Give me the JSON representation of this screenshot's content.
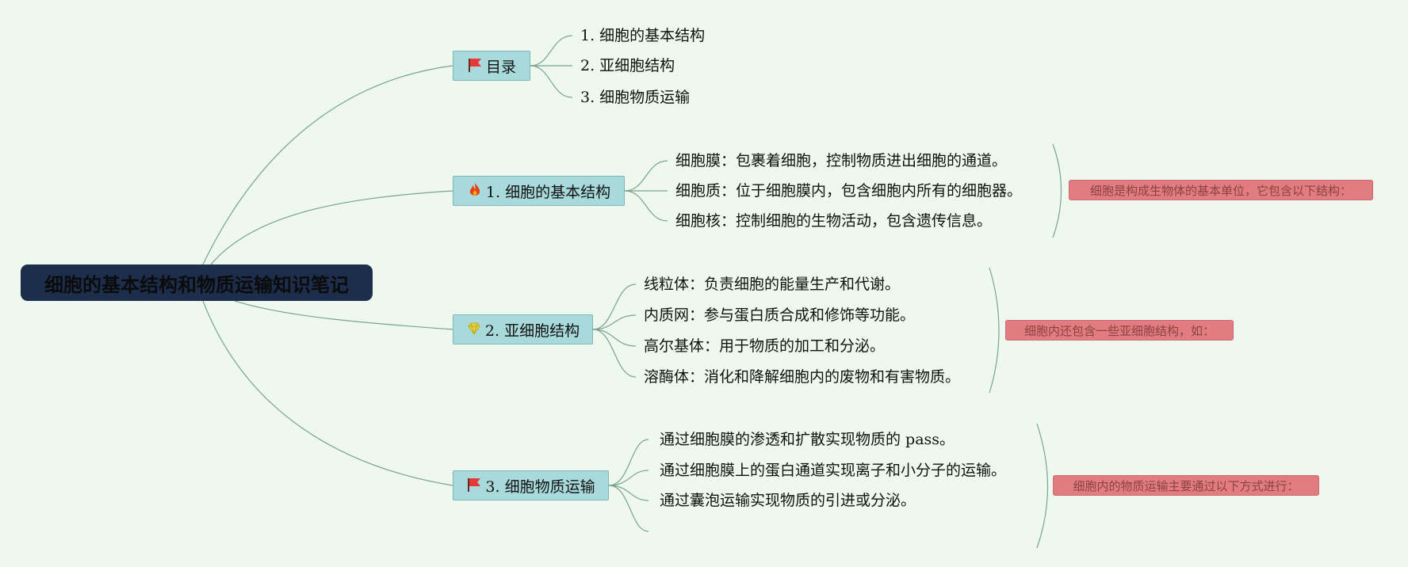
{
  "root": {
    "title": "细胞的基本结构和物质运输知识笔记"
  },
  "branches": {
    "toc": {
      "label": "目录",
      "icon": "red-flag-icon"
    },
    "basic": {
      "label": "1. 细胞的基本结构",
      "icon": "fire-icon"
    },
    "sub": {
      "label": "2. 亚细胞结构",
      "icon": "gem-icon"
    },
    "transport": {
      "label": "3. 细胞物质运输",
      "icon": "red-flag-icon"
    }
  },
  "toc_items": [
    "1. 细胞的基本结构",
    "2. 亚细胞结构",
    "3. 细胞物质运输"
  ],
  "basic_items": [
    "细胞膜：包裹着细胞，控制物质进出细胞的通道。",
    "细胞质：位于细胞膜内，包含细胞内所有的细胞器。",
    "细胞核：控制细胞的生物活动，包含遗传信息。"
  ],
  "sub_items": [
    "线粒体：负责细胞的能量生产和代谢。",
    "内质网：参与蛋白质合成和修饰等功能。",
    "高尔基体：用于物质的加工和分泌。",
    "溶酶体：消化和降解细胞内的废物和有害物质。"
  ],
  "transport_items": [
    "通过细胞膜的渗透和扩散实现物质的 pass。",
    "通过细胞膜上的蛋白通道实现离子和小分子的运输。",
    "通过囊泡运输实现物质的引进或分泌。"
  ],
  "summaries": {
    "basic": "细胞是构成生物体的基本单位，它包含以下结构：",
    "sub": "细胞内还包含一些亚细胞结构，如：",
    "transport": "细胞内的物质运输主要通过以下方式进行："
  },
  "colors": {
    "background": "#eef8ee",
    "root_fill": "#1d2e4c",
    "branch_fill": "#a8dadb",
    "summary_fill": "#e27c80",
    "connector": "#7aa58a"
  }
}
